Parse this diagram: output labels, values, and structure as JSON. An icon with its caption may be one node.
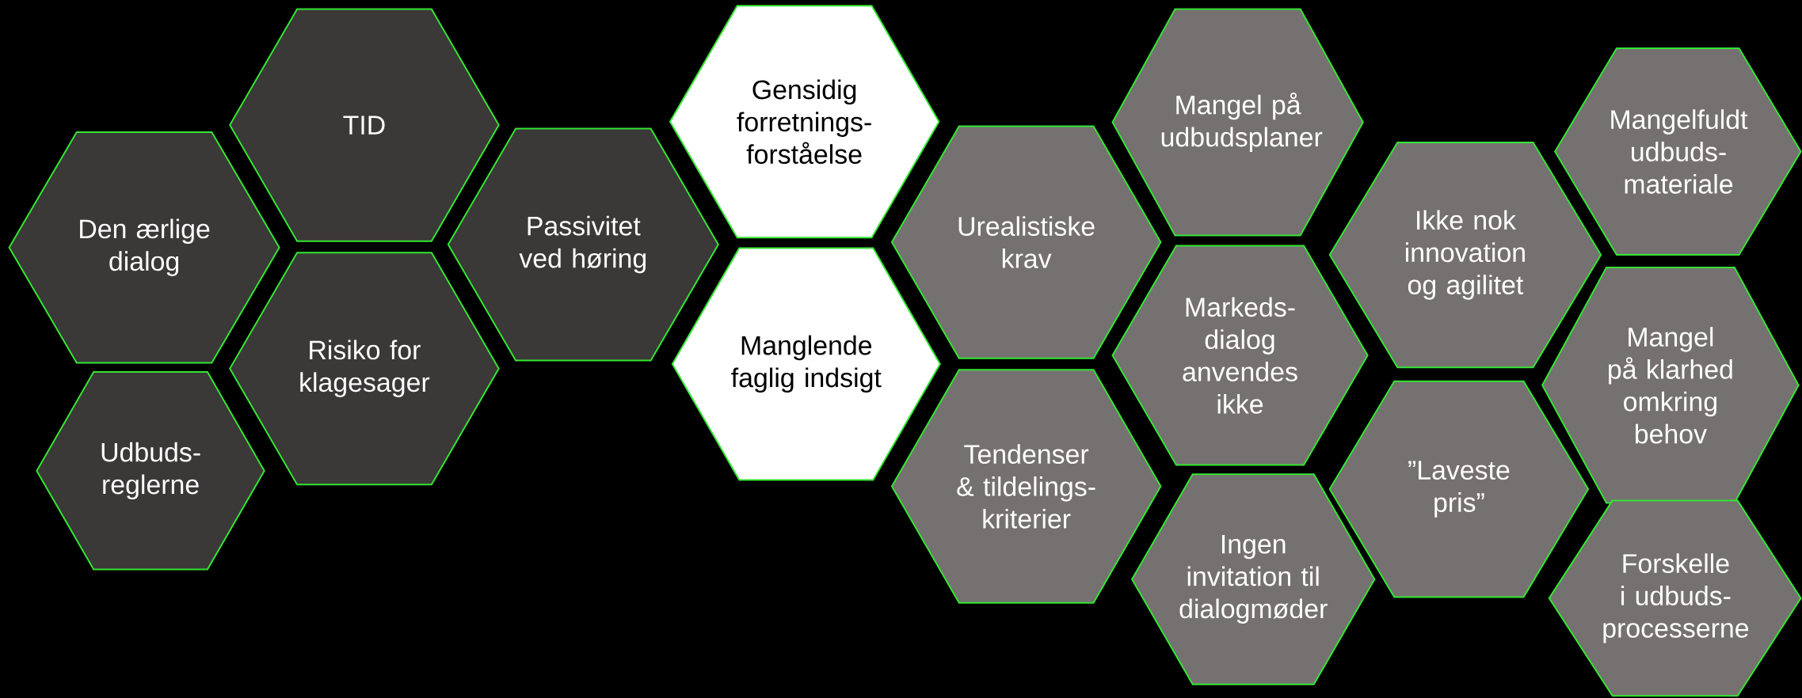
{
  "diagram": {
    "nodes": [
      {
        "text": [
          "Den ærlige dialog"
        ]
      },
      {
        "text": [
          "TID"
        ]
      },
      {
        "text": [
          "Udbuds- reglerne"
        ]
      },
      {
        "text": [
          "Risiko for klagesager"
        ]
      },
      {
        "text": [
          "Passivitet ved høring"
        ]
      },
      {
        "text": [
          "Gensidig forretnings- forståelse"
        ]
      },
      {
        "text": [
          "Manglende faglig indsigt"
        ]
      },
      {
        "text": [
          "Urealistiske krav"
        ]
      },
      {
        "text": [
          "Tendenser & tildelings- kriterier"
        ]
      },
      {
        "text": [
          "Mangel på udbudsplaner"
        ]
      },
      {
        "text": [
          "Markeds- dialog anvendes ikke"
        ]
      },
      {
        "text": [
          "Ingen invitation til dialogmøder"
        ]
      },
      {
        "text": [
          "Ikke nok innovation og agilitet"
        ]
      },
      {
        "text": [
          "”Laveste pris”"
        ]
      },
      {
        "text": [
          "Mangelfuldt udbuds- materiale"
        ]
      },
      {
        "text": [
          "Mangel på klarhed omkring behov"
        ]
      },
      {
        "text": [
          "Forskelle i udbuds- processerne"
        ]
      }
    ]
  }
}
